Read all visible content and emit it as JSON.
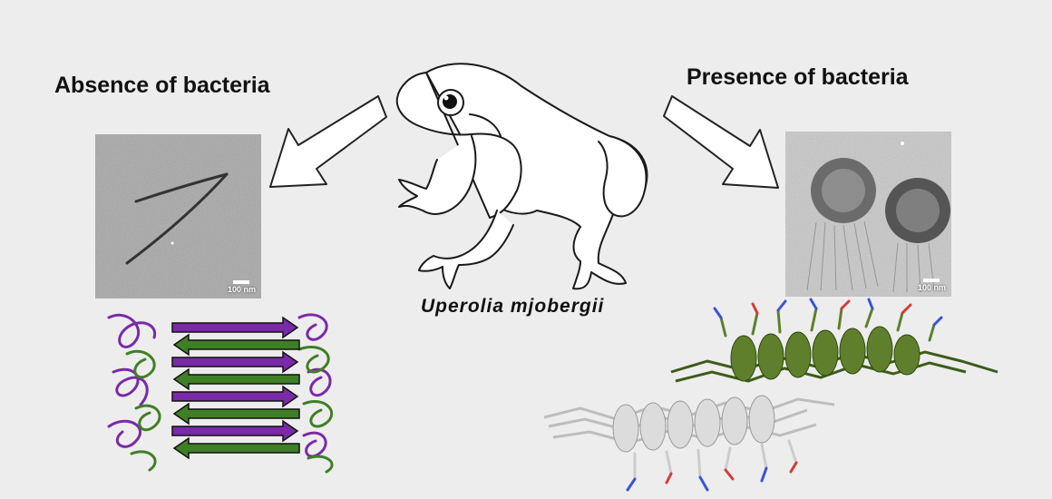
{
  "left_panel": {
    "heading": "Absence of bacteria",
    "scale_label": "100 nm"
  },
  "right_panel": {
    "heading": "Presence of bacteria",
    "scale_label": "100 nm"
  },
  "species": {
    "name": "Uperolia mjobergii"
  },
  "colors": {
    "beta_purple": "#7a2aa8",
    "beta_green": "#3f7f25",
    "helix_green": "#5a7a2a",
    "helix_gray": "#d9d9d9"
  }
}
